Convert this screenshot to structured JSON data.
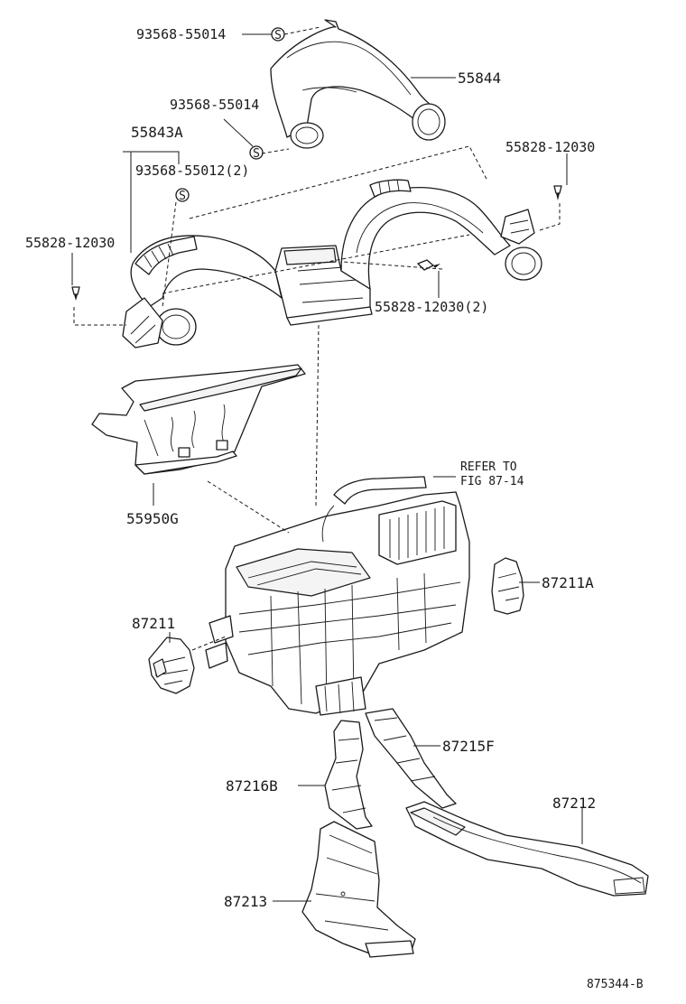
{
  "labels": {
    "p93568_55014_top": "93568-55014",
    "p55844": "55844",
    "p93568_55014_mid": "93568-55014",
    "p55843A": "55843A",
    "p93568_55012": "93568-55012(2)",
    "p55828_12030_right": "55828-12030",
    "p55828_12030_left": "55828-12030",
    "p55828_12030_2": "55828-12030(2)",
    "p55950G": "55950G",
    "refer_line1": "REFER TO",
    "refer_line2": "FIG 87-14",
    "p87211A": "87211A",
    "p87211": "87211",
    "p87215F": "87215F",
    "p87216B": "87216B",
    "p87212": "87212",
    "p87213": "87213",
    "figure_id": "875344-B"
  },
  "symbols": {
    "screw_mark": "S"
  }
}
